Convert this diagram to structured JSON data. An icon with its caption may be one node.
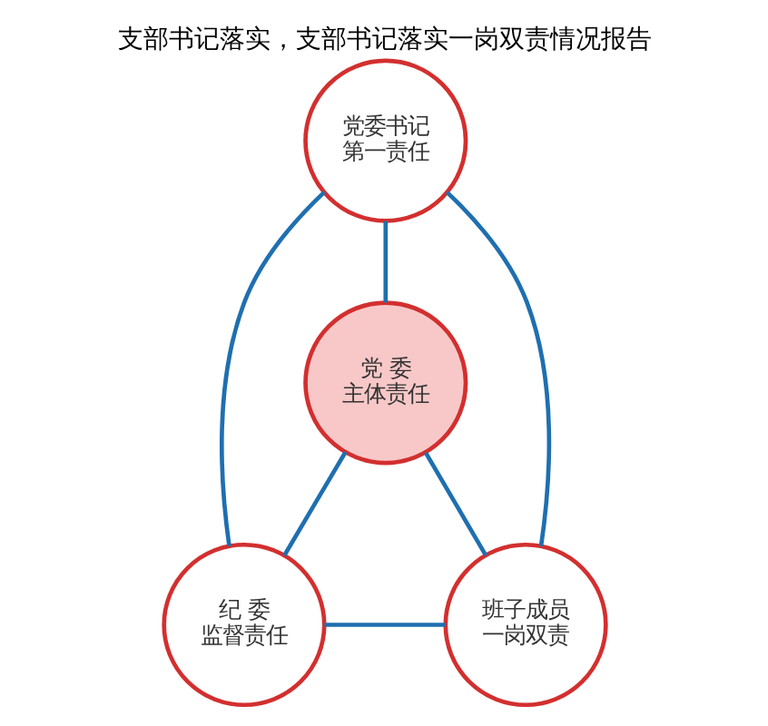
{
  "diagram": {
    "title": "支部书记落实，支部书记落实一岗双责情况报告",
    "nodes": [
      {
        "text": [
          "党委书记",
          "第一责任"
        ]
      },
      {
        "text": [
          "党 委",
          "主体责任"
        ]
      },
      {
        "text": [
          "纪 委",
          "监督责任"
        ]
      },
      {
        "text": [
          "班子成员",
          "一岗双责"
        ]
      }
    ],
    "edges": [
      {
        "from": 0,
        "to": 1,
        "arrow": "none"
      },
      {
        "from": 1,
        "to": 2,
        "arrow": "none"
      },
      {
        "from": 1,
        "to": 3,
        "arrow": "none"
      },
      {
        "from": 0,
        "to": 2,
        "arrow": "none"
      },
      {
        "from": 0,
        "to": 3,
        "arrow": "none"
      },
      {
        "from": 2,
        "to": 3,
        "arrow": "none"
      }
    ]
  }
}
